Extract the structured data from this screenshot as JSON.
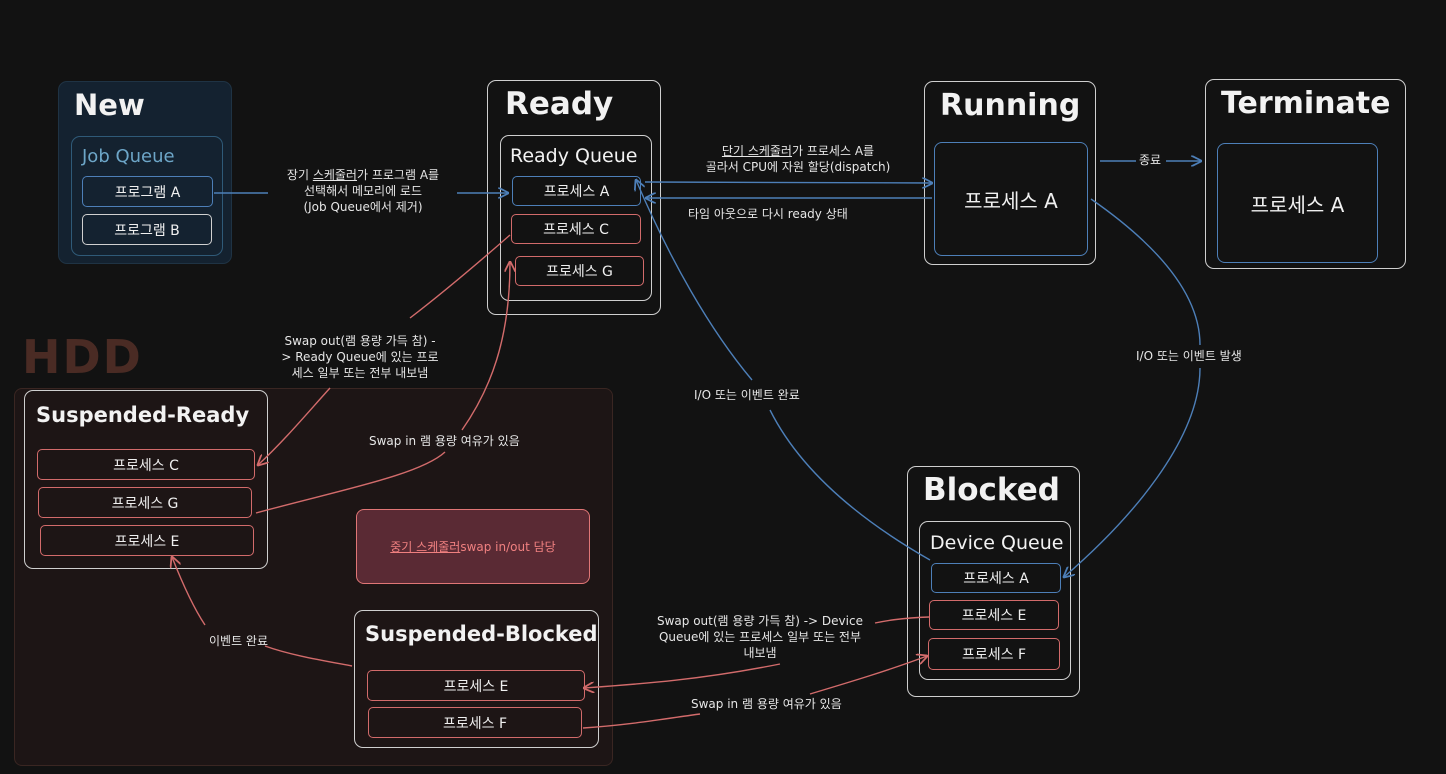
{
  "colors": {
    "background": "#121212",
    "blue_arrow": "#4d7fb8",
    "red_arrow": "#d26b6b",
    "hdd_text": "#4a2b24"
  },
  "states": {
    "new": {
      "title": "New",
      "queue_title": "Job Queue",
      "items": [
        "프로그램 A",
        "프로그램 B"
      ]
    },
    "ready": {
      "title": "Ready",
      "queue_title": "Ready Queue",
      "items": [
        "프로세스 A",
        "프로세스 C",
        "프로세스 G"
      ]
    },
    "running": {
      "title": "Running",
      "item": "프로세스 A"
    },
    "terminate": {
      "title": "Terminate",
      "item": "프로세스 A"
    },
    "blocked": {
      "title": "Blocked",
      "queue_title": "Device Queue",
      "items": [
        "프로세스 A",
        "프로세스 E",
        "프로세스 F"
      ]
    },
    "suspended_ready": {
      "title": "Suspended-Ready",
      "items": [
        "프로세스 C",
        "프로세스 G",
        "프로세스 E"
      ]
    },
    "suspended_blocked": {
      "title": "Suspended-Blocked",
      "items": [
        "프로세스 E",
        "프로세스 F"
      ]
    }
  },
  "hdd_label": "HDD",
  "mid_scheduler": {
    "underlined": "중기 스케줄러",
    "rest": " swap in/out 담당"
  },
  "labels": {
    "long_term": [
      "장기 스케줄러가 프로그램 A를",
      "선택해서 메모리에 로드",
      "(Job Queue에서 제거)"
    ],
    "long_term_underlined": "스케줄러",
    "short_term_underlined": "단기 스케줄러",
    "short_term_rest": "가 프로세스 A를",
    "short_term_line2": "골라서 CPU에 자원 할당(dispatch)",
    "timeout": "타임 아웃으로 다시 ready 상태",
    "terminate": "종료",
    "io_event": "I/O 또는 이벤트 발생",
    "io_done": "I/O 또는 이벤트 완료",
    "swap_out_ready": [
      "Swap out(램 용량 가득 참) -",
      "> Ready Queue에 있는 프로",
      "세스 일부 또는 전부 내보냄"
    ],
    "swap_in_ready": "Swap in 램 용량 여유가 있음",
    "event_done": "이벤트 완료",
    "swap_out_device": [
      "Swap out(램 용량 가득 참) -> Device",
      "Queue에 있는 프로세스 일부 또는 전부",
      "내보냄"
    ],
    "swap_in_blocked": "Swap in 램 용량 여유가 있음"
  }
}
